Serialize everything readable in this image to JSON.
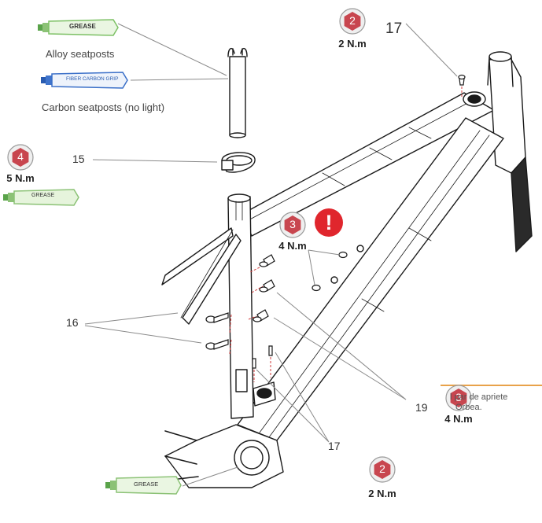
{
  "tubes": {
    "tube1": {
      "label": "GREASE"
    },
    "tube2": {
      "label": "FIBER CARBON GRIP"
    },
    "tube3": {
      "label": "GREASE"
    },
    "tube4": {
      "label": "GREASE"
    }
  },
  "captions": {
    "alloy": "Alloy seatposts",
    "carbon": "Carbon seatposts (no light)"
  },
  "callouts": {
    "n15": "15",
    "n16": "16",
    "n17a": "17",
    "n17b": "17",
    "n19": "19"
  },
  "badges": {
    "b1": {
      "number": "2",
      "torque": "2 N.m"
    },
    "b2": {
      "number": "4",
      "torque": "5 N.m"
    },
    "b3": {
      "number": "3",
      "torque": "4 N.m"
    },
    "b4": {
      "number": "3",
      "torque": "4 N.m"
    },
    "b5": {
      "number": "2",
      "torque": "2 N.m"
    }
  },
  "warning": {
    "glyph": "!"
  },
  "note": {
    "line1": "l par de apriete",
    "line2": "Orbea."
  },
  "colors": {
    "badge_red": "#c8464f",
    "badge_ring": "#9a9a9a",
    "tube_green": "#9fd08a",
    "tube_blue": "#3a6fc8",
    "warning_red": "#e0262d",
    "note_rule": "#e8a24a"
  }
}
